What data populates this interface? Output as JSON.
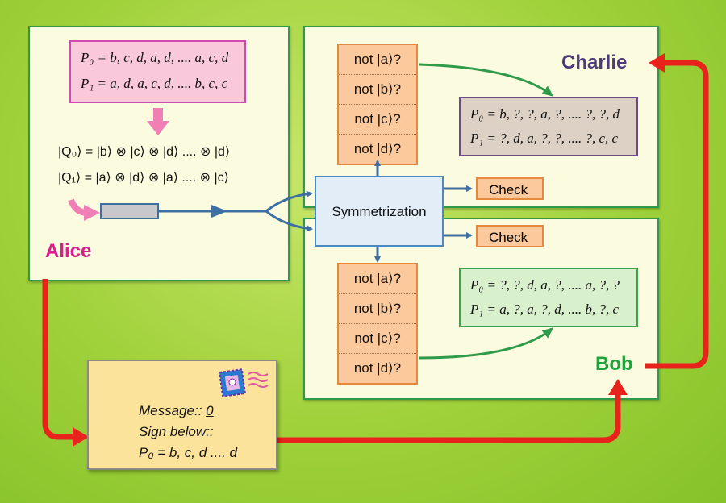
{
  "alice": {
    "name": "Alice",
    "p0": "P₀ = b, c, d, a, d, ....  a, c, d",
    "p1": "P₁ = a, d, a, c, d, .... b, c, c",
    "q0": "|Q₀⟩ = |b⟩ ⊗ |c⟩ ⊗ |d⟩ .... ⊗ |d⟩",
    "q1": "|Q₁⟩ = |a⟩ ⊗ |d⟩ ⊗ |a⟩ .... ⊗ |c⟩"
  },
  "charlie": {
    "name": "Charlie",
    "p0": "P₀ = b, ?, ?, a, ?, ....  ?, ?, d",
    "p1": "P₁ = ?, d, a, ?, ?, .... ?, c, c",
    "tests": [
      "not |a⟩?",
      "not |b⟩?",
      "not |c⟩?",
      "not |d⟩?"
    ]
  },
  "bob": {
    "name": "Bob",
    "p0": "P₀ = ?, ?, d, a, ?, ....  a, ?, ?",
    "p1": "P₁ = a, ?, a, ?, d, .... b, ?, c",
    "tests": [
      "not |a⟩?",
      "not |b⟩?",
      "not |c⟩?",
      "not |d⟩?"
    ]
  },
  "symmetrization": "Symmetrization",
  "check_upper": "Check",
  "check_lower": "Check",
  "message": {
    "line1_prefix": "Message:: ",
    "line1_value": "0",
    "line2": "Sign below::",
    "line3": "P₀ = b, c, d .... d"
  },
  "colors": {
    "alice": "#d81e8c",
    "charlie": "#4d3b7a",
    "bob": "#22a03c",
    "classical_channel": "#e8231c",
    "quantum_channel": "#3d6fa3"
  }
}
